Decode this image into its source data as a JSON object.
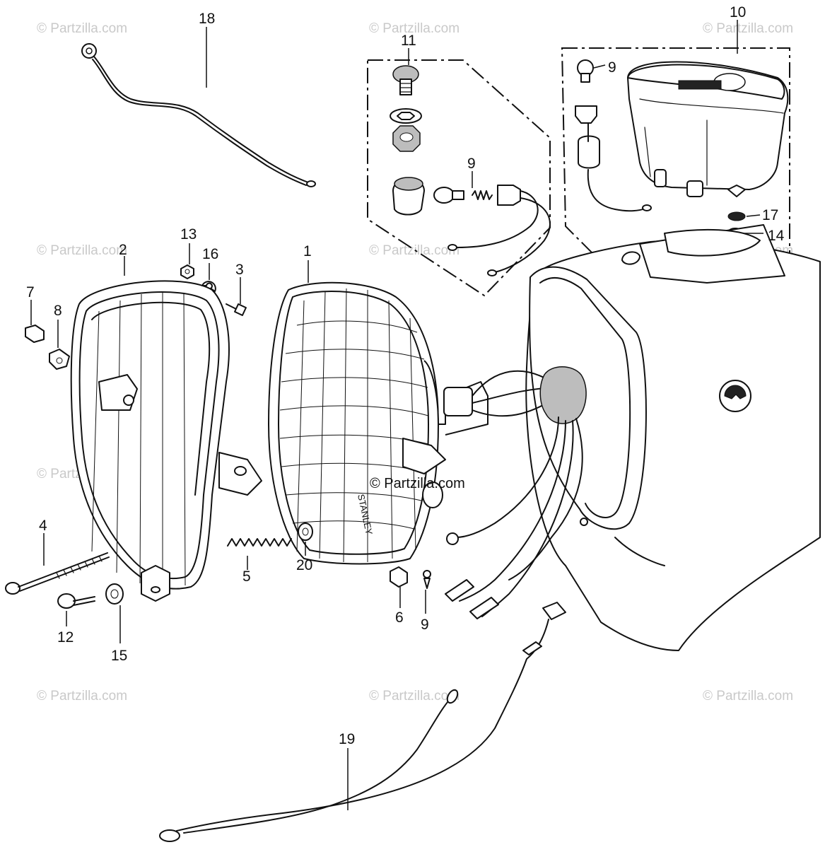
{
  "diagram": {
    "callouts": {
      "p1": "1",
      "p2": "2",
      "p3": "3",
      "p4": "4",
      "p5": "5",
      "p6": "6",
      "p7": "7",
      "p8": "8",
      "p9a": "9",
      "p9b": "9",
      "p9c": "9",
      "p10": "10",
      "p11": "11",
      "p12": "12",
      "p13": "13",
      "p14": "14",
      "p15": "15",
      "p16": "16",
      "p17": "17",
      "p18": "18",
      "p19": "19",
      "p20": "20"
    },
    "watermark": "© Partzilla.com",
    "center_watermark": "© Partzilla.com",
    "lens_text": "STANLEY"
  }
}
